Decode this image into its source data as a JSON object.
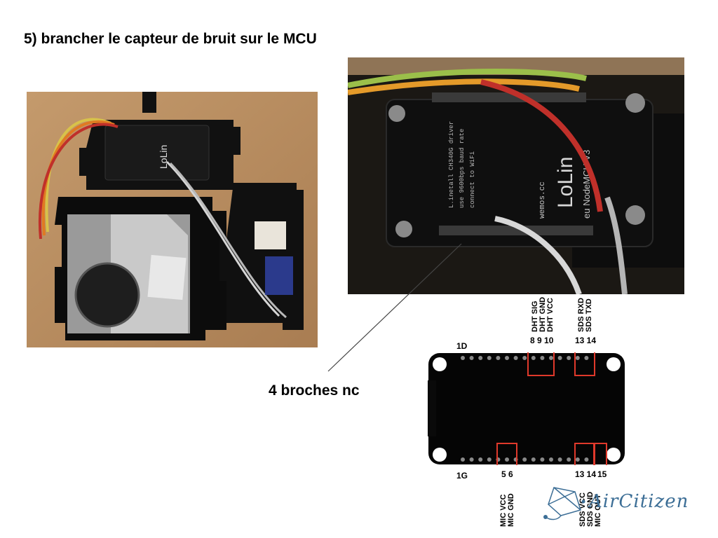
{
  "slide": {
    "title": "5) brancher le capteur de bruit sur le MCU",
    "callout": "4 broches nc"
  },
  "photos": [
    {
      "name": "photo-assembly",
      "icon": "photo-assembly-icon"
    },
    {
      "name": "photo-board-closeup",
      "icon": "photo-closeup-icon"
    }
  ],
  "closeup_silkscreen": {
    "brand": "LoLin",
    "line1": "L.inetall CH340G driver",
    "line2": "use 9600bps baud rate",
    "line3": "connect to WiFi",
    "site": "wemos.cc",
    "model": "eu NodeMCU V3"
  },
  "diagram": {
    "top_row_label": "1D",
    "bottom_row_label": "1G",
    "top_pin_numbers": {
      "dht": "8 9 10",
      "sds": "13 14"
    },
    "bottom_pin_numbers": {
      "mic": "5 6",
      "sds": "13 14",
      "mic_out": "15"
    },
    "top_labels": [
      "DHT SIG",
      "DHT GND",
      "DHT VCC",
      "SDS RXD",
      "SDS TXD"
    ],
    "bottom_labels": [
      "MIC VCC",
      "MIC GND",
      "SDS VCC",
      "SDS GND",
      "MIC OUT"
    ],
    "highlight_color": "#e0392b"
  },
  "logo": {
    "text": "AirCitizen",
    "icon": "aircitizen-logo-icon",
    "color": "#3c6e96"
  }
}
